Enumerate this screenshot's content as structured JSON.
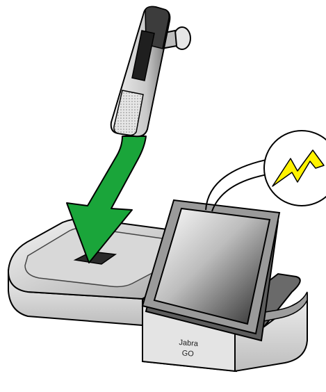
{
  "illustration": {
    "subject": "headset-docking-into-charging-base",
    "base_label": {
      "line1": "Jabra",
      "line2": "GO"
    },
    "icons": [
      "headset-icon",
      "insert-arrow-icon",
      "display-screen-icon",
      "lightning-icon",
      "speech-bubble-icon"
    ]
  },
  "colors": {
    "arrow_fill": "#1aa53a",
    "arrow_stroke": "#000000",
    "lightning_fill": "#fff200",
    "base_body": "#d9d9d9",
    "base_dark": "#5a5a5a",
    "outline": "#000000"
  }
}
